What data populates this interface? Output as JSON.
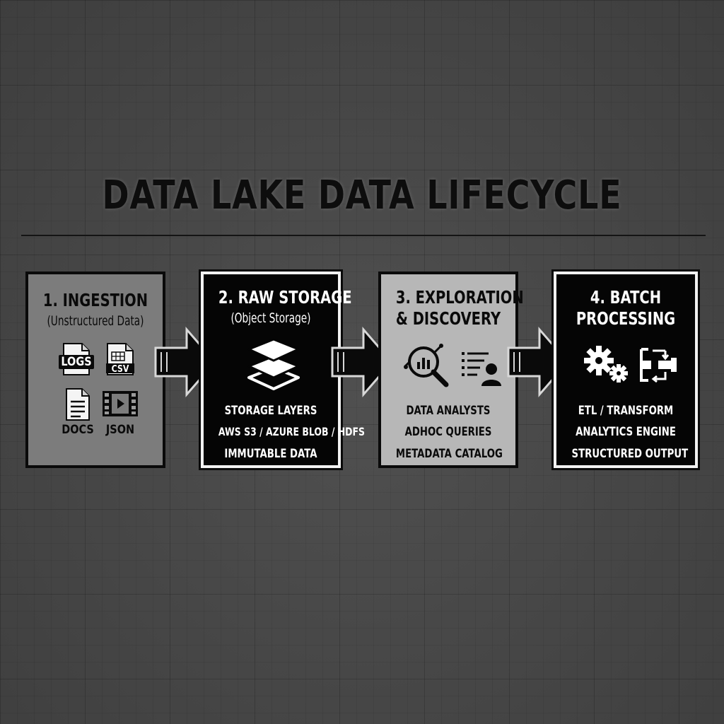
{
  "title": "DATA LAKE DATA LIFECYCLE",
  "stages": [
    {
      "title_line1": "1. INGESTION",
      "subtitle": "(Unstructured Data)",
      "icons": [
        {
          "icon": "logs-file-icon",
          "label": "LOGS"
        },
        {
          "icon": "csv-file-icon",
          "label": "CSV"
        },
        {
          "icon": "docs-file-icon",
          "label": "DOCS"
        },
        {
          "icon": "json-video-icon",
          "label": "JSON"
        }
      ]
    },
    {
      "title_line1": "2. RAW STORAGE",
      "subtitle": "(Object Storage)",
      "icon": "layers-icon",
      "features": [
        "STORAGE LAYERS",
        "AWS S3 / AZURE BLOB / HDFS",
        "IMMUTABLE DATA"
      ]
    },
    {
      "title_line1": "3. EXPLORATION",
      "title_line2": "& DISCOVERY",
      "icons": [
        "magnifier-chart-icon",
        "analyst-list-icon"
      ],
      "features": [
        "DATA ANALYSTS",
        "ADHOC QUERIES",
        "METADATA CATALOG"
      ]
    },
    {
      "title_line1": "4. BATCH",
      "title_line2": "PROCESSING",
      "icons": [
        "gears-icon",
        "pipeline-icon"
      ],
      "features": [
        "ETL / TRANSFORM",
        "ANALYTICS ENGINE",
        "STRUCTURED OUTPUT"
      ]
    }
  ],
  "colors": {
    "background": "#4a4a4a",
    "card_gray": "#7c7c7c",
    "card_black": "#050505",
    "card_light": "#b7b7b7"
  }
}
